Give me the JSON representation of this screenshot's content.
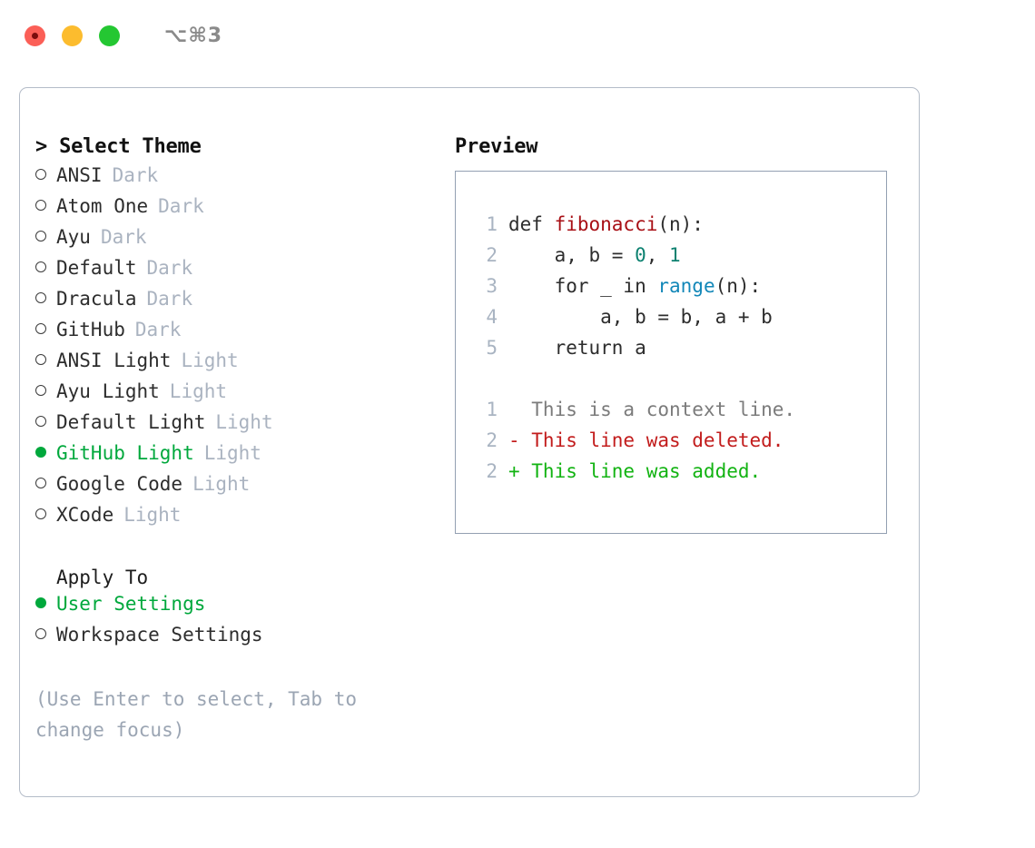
{
  "titlebar": {
    "shortcut": "⌥⌘3",
    "lights": [
      "close-red",
      "minimize-yellow",
      "maximize-green"
    ]
  },
  "left_panel": {
    "header": "> Select Theme",
    "themes": [
      {
        "label": "ANSI",
        "tag": "Dark",
        "selected": false
      },
      {
        "label": "Atom One",
        "tag": "Dark",
        "selected": false
      },
      {
        "label": "Ayu",
        "tag": "Dark",
        "selected": false
      },
      {
        "label": "Default",
        "tag": "Dark",
        "selected": false
      },
      {
        "label": "Dracula",
        "tag": "Dark",
        "selected": false
      },
      {
        "label": "GitHub",
        "tag": "Dark",
        "selected": false
      },
      {
        "label": "ANSI Light",
        "tag": "Light",
        "selected": false
      },
      {
        "label": "Ayu Light",
        "tag": "Light",
        "selected": false
      },
      {
        "label": "Default Light",
        "tag": "Light",
        "selected": false
      },
      {
        "label": "GitHub Light",
        "tag": "Light",
        "selected": true
      },
      {
        "label": "Google Code",
        "tag": "Light",
        "selected": false
      },
      {
        "label": "XCode",
        "tag": "Light",
        "selected": false
      }
    ],
    "apply_to": {
      "header": "Apply To",
      "options": [
        {
          "label": "User Settings",
          "selected": true
        },
        {
          "label": "Workspace Settings",
          "selected": false
        }
      ]
    },
    "hint": "(Use Enter to select, Tab to change focus)"
  },
  "right_panel": {
    "header": "Preview",
    "code_lines": [
      {
        "no": "1",
        "tokens": [
          {
            "t": "def ",
            "c": "plain"
          },
          {
            "t": "fibonacci",
            "c": "fn"
          },
          {
            "t": "(n):",
            "c": "plain"
          }
        ]
      },
      {
        "no": "2",
        "tokens": [
          {
            "t": "    a, b = ",
            "c": "plain"
          },
          {
            "t": "0",
            "c": "num"
          },
          {
            "t": ", ",
            "c": "plain"
          },
          {
            "t": "1",
            "c": "num"
          }
        ]
      },
      {
        "no": "3",
        "tokens": [
          {
            "t": "    for _ in ",
            "c": "plain"
          },
          {
            "t": "range",
            "c": "call"
          },
          {
            "t": "(n):",
            "c": "plain"
          }
        ]
      },
      {
        "no": "4",
        "tokens": [
          {
            "t": "        a, b = b, a + b",
            "c": "plain"
          }
        ]
      },
      {
        "no": "5",
        "tokens": [
          {
            "t": "    return a",
            "c": "plain"
          }
        ]
      }
    ],
    "diff_lines": [
      {
        "no": "1",
        "tokens": [
          {
            "t": "  This is a context line.",
            "c": "ctx"
          }
        ]
      },
      {
        "no": "2",
        "tokens": [
          {
            "t": "- This line was deleted.",
            "c": "del"
          }
        ]
      },
      {
        "no": "2",
        "tokens": [
          {
            "t": "+ This line was added.",
            "c": "add"
          }
        ]
      }
    ]
  },
  "colors": {
    "accent_green": "#00a83c",
    "syntax_function": "#a80f15",
    "syntax_number": "#0c8170",
    "syntax_call": "#1287b8",
    "diff_deleted": "#c21c1c",
    "diff_added": "#12b312",
    "muted": "#aab3c0",
    "border": "#b4bcc8"
  }
}
